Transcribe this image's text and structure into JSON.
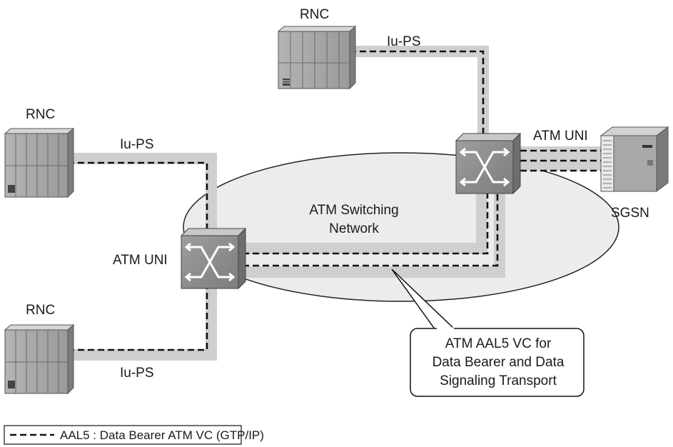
{
  "nodes": {
    "rnc_top": {
      "label": "RNC"
    },
    "rnc_left": {
      "label": "RNC"
    },
    "rnc_bottom": {
      "label": "RNC"
    },
    "sgsn": {
      "label": "SGSN"
    }
  },
  "links": {
    "iu_ps_top": "Iu-PS",
    "iu_ps_left": "Iu-PS",
    "iu_ps_bottom": "Iu-PS",
    "atm_uni_right": "ATM UNI",
    "atm_uni_left": "ATM UNI"
  },
  "network": {
    "line1": "ATM Switching",
    "line2": "Network"
  },
  "callout": {
    "line1": "ATM AAL5 VC for",
    "line2": "Data Bearer and Data",
    "line3": "Signaling Transport"
  },
  "legend": {
    "text": "AAL5 : Data Bearer ATM VC (GTP/IP)"
  },
  "colors": {
    "trunk": "#cfcfcf",
    "ellipse_fill": "#ececec",
    "device_front": "#a9a9a9",
    "device_top": "#d6d6d6",
    "device_side": "#7c7c7c"
  }
}
